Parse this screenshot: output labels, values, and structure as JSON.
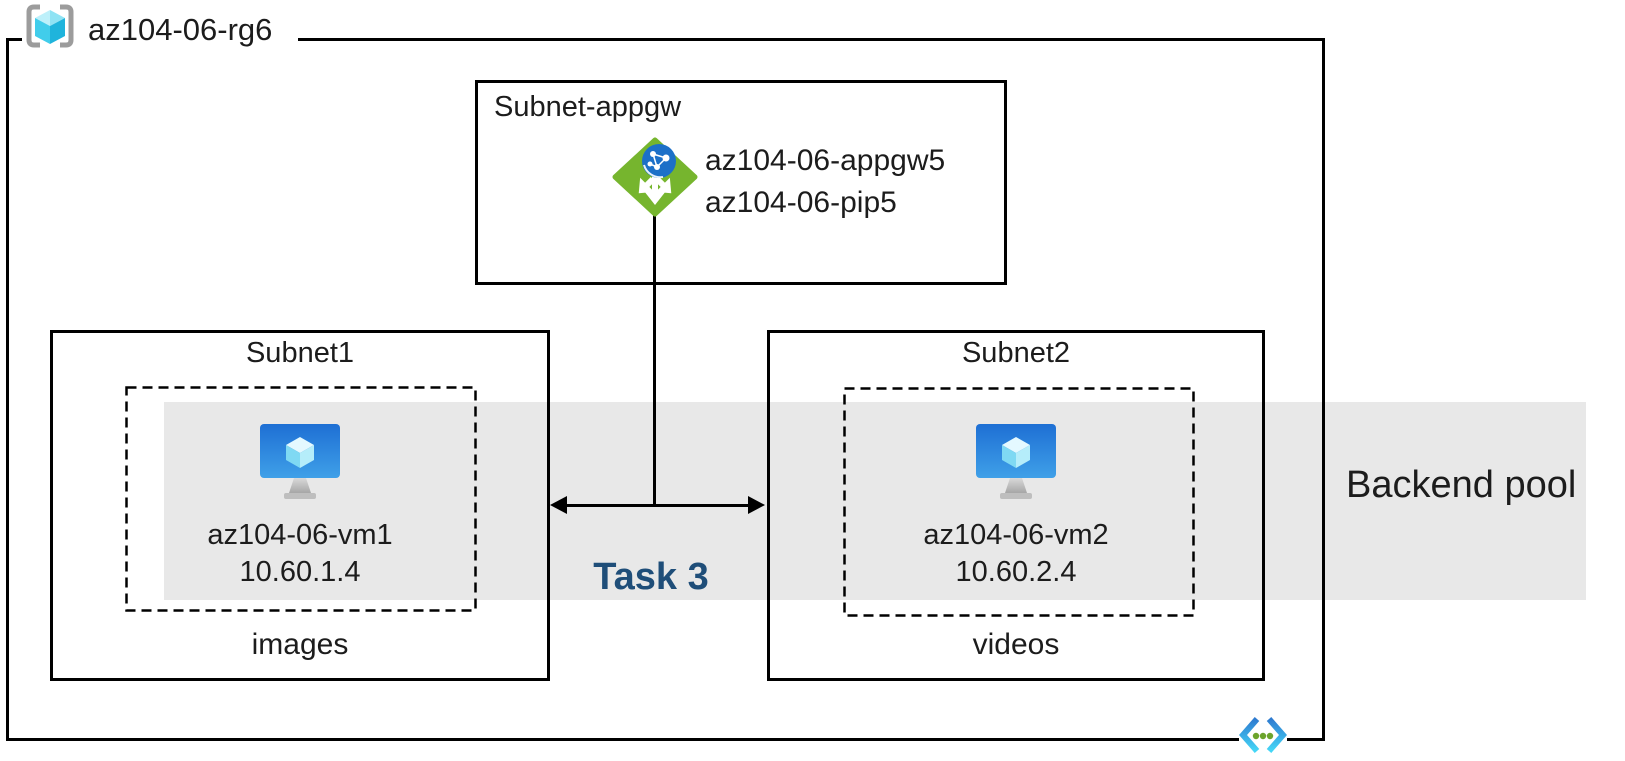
{
  "diagram": {
    "resource_group": {
      "name": "az104-06-rg6",
      "icon": "resource-group-icon"
    },
    "appgw_subnet": {
      "label": "Subnet-appgw",
      "gateway_name": "az104-06-appgw5",
      "public_ip_name": "az104-06-pip5",
      "icon": "application-gateway-icon"
    },
    "subnet1": {
      "label": "Subnet1",
      "vm_name": "az104-06-vm1",
      "vm_ip": "10.60.1.4",
      "caption": "images",
      "icon": "virtual-machine-icon"
    },
    "subnet2": {
      "label": "Subnet2",
      "vm_name": "az104-06-vm2",
      "vm_ip": "10.60.2.4",
      "caption": "videos",
      "icon": "virtual-machine-icon"
    },
    "backend_pool_label": "Backend pool",
    "task_label": "Task 3",
    "vnet_icon": "virtual-network-icon",
    "colors": {
      "background": "#FFFFFF",
      "border": "#000000",
      "text": "#1C1C1C",
      "backend_band": "#E8E8E8",
      "task_text": "#1F4E79",
      "appgw_green": "#76B52E",
      "vm_blue_dark": "#1E6FD4",
      "vm_blue_light": "#3FA0E8",
      "cube_cyan": "#50E6FF",
      "vnet_dot_green": "#6CA42C"
    }
  }
}
